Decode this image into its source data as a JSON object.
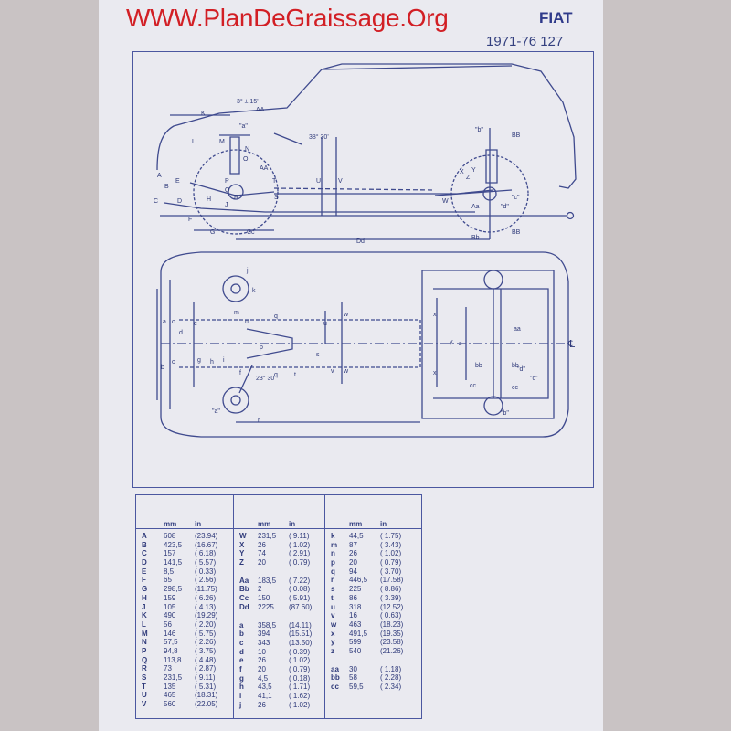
{
  "header": {
    "watermark": "WWW.PlanDeGraissage.Org",
    "brand": "FIAT",
    "model": "1971-76 127"
  },
  "diagram": {
    "labels": {
      "angle_top": "3° ± 15'",
      "angle_steer": "38° 30'",
      "angle_plan": "23° 30'",
      "AA": "AA",
      "BB": "BB",
      "a_ref": "\"a\"",
      "b_ref": "\"b\"",
      "c_ref": "\"c\"",
      "d_ref": "\"d\"",
      "K": "K",
      "L": "L",
      "M": "M",
      "N": "N",
      "O": "O",
      "P": "P",
      "Q": "Q",
      "R": "R",
      "S": "S",
      "T": "T",
      "U": "U",
      "V": "V",
      "W": "W",
      "X": "X",
      "Y": "Y",
      "Z": "Z",
      "A": "A",
      "B": "B",
      "C": "C",
      "D": "D",
      "E": "E",
      "F": "F",
      "G": "G",
      "H": "H",
      "I": "I",
      "J": "J",
      "Aa": "Aa",
      "Bb": "Bb",
      "Cc": "Cc",
      "Dd": "Dd",
      "a": "a",
      "b": "b",
      "c": "c",
      "d": "d",
      "e": "e",
      "f": "f",
      "g": "g",
      "h": "h",
      "i": "i",
      "j": "j",
      "k": "k",
      "m": "m",
      "n": "n",
      "p": "p",
      "q": "q",
      "r": "r",
      "s": "s",
      "t": "t",
      "u": "u",
      "v": "v",
      "w": "w",
      "x": "x",
      "y": "y",
      "z": "z",
      "aa": "aa",
      "bb": "bb",
      "cc": "cc",
      "centerline": "℄"
    }
  },
  "tables": [
    {
      "unit_mm": "mm",
      "unit_in": "in",
      "rows": [
        {
          "l": "A",
          "mm": "608",
          "in": "(23.94)"
        },
        {
          "l": "B",
          "mm": "423,5",
          "in": "(16.67)"
        },
        {
          "l": "C",
          "mm": "157",
          "in": "( 6.18)"
        },
        {
          "l": "D",
          "mm": "141,5",
          "in": "( 5.57)"
        },
        {
          "l": "E",
          "mm": "8,5",
          "in": "( 0.33)"
        },
        {
          "l": "F",
          "mm": "65",
          "in": "( 2.56)"
        },
        {
          "l": "G",
          "mm": "298,5",
          "in": "(11.75)"
        },
        {
          "l": "H",
          "mm": "159",
          "in": "( 6.26)"
        },
        {
          "l": "J",
          "mm": "105",
          "in": "( 4.13)"
        },
        {
          "l": "K",
          "mm": "490",
          "in": "(19.29)"
        },
        {
          "l": "L",
          "mm": "56",
          "in": "( 2.20)"
        },
        {
          "l": "M",
          "mm": "146",
          "in": "( 5.75)"
        },
        {
          "l": "N",
          "mm": "57,5",
          "in": "( 2.26)"
        },
        {
          "l": "P",
          "mm": "94,8",
          "in": "( 3.75)"
        },
        {
          "l": "Q",
          "mm": "113,8",
          "in": "( 4.48)"
        },
        {
          "l": "R",
          "mm": "73",
          "in": "( 2.87)"
        },
        {
          "l": "S",
          "mm": "231,5",
          "in": "( 9.11)"
        },
        {
          "l": "T",
          "mm": "135",
          "in": "( 5.31)"
        },
        {
          "l": "U",
          "mm": "465",
          "in": "(18.31)"
        },
        {
          "l": "V",
          "mm": "560",
          "in": "(22.05)"
        }
      ]
    },
    {
      "unit_mm": "mm",
      "unit_in": "in",
      "rows": [
        {
          "l": "W",
          "mm": "231,5",
          "in": "( 9.11)"
        },
        {
          "l": "X",
          "mm": "26",
          "in": "( 1.02)"
        },
        {
          "l": "Y",
          "mm": "74",
          "in": "( 2.91)"
        },
        {
          "l": "Z",
          "mm": "20",
          "in": "( 0.79)"
        },
        {
          "gap": true
        },
        {
          "l": "Aa",
          "mm": "183,5",
          "in": "( 7.22)"
        },
        {
          "l": "Bb",
          "mm": "2",
          "in": "( 0.08)"
        },
        {
          "l": "Cc",
          "mm": "150",
          "in": "( 5.91)"
        },
        {
          "l": "Dd",
          "mm": "2225",
          "in": "(87.60)"
        },
        {
          "gap": true
        },
        {
          "l": "a",
          "mm": "358,5",
          "in": "(14.11)"
        },
        {
          "l": "b",
          "mm": "394",
          "in": "(15.51)"
        },
        {
          "l": "c",
          "mm": "343",
          "in": "(13.50)"
        },
        {
          "l": "d",
          "mm": "10",
          "in": "( 0.39)"
        },
        {
          "l": "e",
          "mm": "26",
          "in": "( 1.02)"
        },
        {
          "l": "f",
          "mm": "20",
          "in": "( 0.79)"
        },
        {
          "l": "g",
          "mm": "4,5",
          "in": "( 0.18)"
        },
        {
          "l": "h",
          "mm": "43,5",
          "in": "( 1.71)"
        },
        {
          "l": "i",
          "mm": "41,1",
          "in": "( 1.62)"
        },
        {
          "l": "j",
          "mm": "26",
          "in": "( 1.02)"
        }
      ]
    },
    {
      "unit_mm": "mm",
      "unit_in": "in",
      "rows": [
        {
          "l": "k",
          "mm": "44,5",
          "in": "( 1.75)"
        },
        {
          "l": "m",
          "mm": "87",
          "in": "( 3.43)"
        },
        {
          "l": "n",
          "mm": "26",
          "in": "( 1.02)"
        },
        {
          "l": "p",
          "mm": "20",
          "in": "( 0.79)"
        },
        {
          "l": "q",
          "mm": "94",
          "in": "( 3.70)"
        },
        {
          "l": "r",
          "mm": "446,5",
          "in": "(17.58)"
        },
        {
          "l": "s",
          "mm": "225",
          "in": "( 8.86)"
        },
        {
          "l": "t",
          "mm": "86",
          "in": "( 3.39)"
        },
        {
          "l": "u",
          "mm": "318",
          "in": "(12.52)"
        },
        {
          "l": "v",
          "mm": "16",
          "in": "( 0.63)"
        },
        {
          "l": "w",
          "mm": "463",
          "in": "(18.23)"
        },
        {
          "l": "x",
          "mm": "491,5",
          "in": "(19.35)"
        },
        {
          "l": "y",
          "mm": "599",
          "in": "(23.58)"
        },
        {
          "l": "z",
          "mm": "540",
          "in": "(21.26)"
        },
        {
          "gap": true
        },
        {
          "l": "aa",
          "mm": "30",
          "in": "( 1.18)"
        },
        {
          "l": "bb",
          "mm": "58",
          "in": "( 2.28)"
        },
        {
          "l": "cc",
          "mm": "59,5",
          "in": "( 2.34)"
        }
      ]
    }
  ]
}
